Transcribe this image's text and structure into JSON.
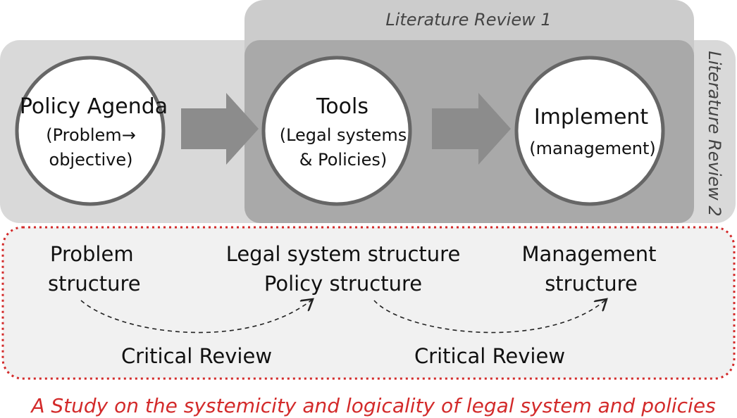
{
  "diagram": {
    "literature_review_1": "Literature Review 1",
    "literature_review_2": "Literature Review 2",
    "nodes": [
      {
        "title": "Policy Agenda",
        "subtitle_lines": [
          "(Problem→",
          "objective)"
        ]
      },
      {
        "title": "Tools",
        "subtitle_lines": [
          "(Legal systems",
          "& Policies)"
        ]
      },
      {
        "title": "Implement",
        "subtitle_lines": [
          "(management)"
        ]
      }
    ],
    "structures": [
      [
        "Problem",
        "structure"
      ],
      [
        "Legal system structure",
        "Policy structure"
      ],
      [
        "Management",
        "structure"
      ]
    ],
    "reviews": [
      "Critical Review",
      "Critical Review"
    ],
    "caption": "A Study on the systemicity and logicality of legal system and policies",
    "colors": {
      "panel_light": "#d9d9d9",
      "panel_mid": "#c7c7c7",
      "panel_dark": "#a8a8a8",
      "arrow_gray": "#8c8c8c",
      "circle_stroke": "#666666",
      "dashed_red": "#d32a2a",
      "text_dark": "#111111"
    }
  }
}
